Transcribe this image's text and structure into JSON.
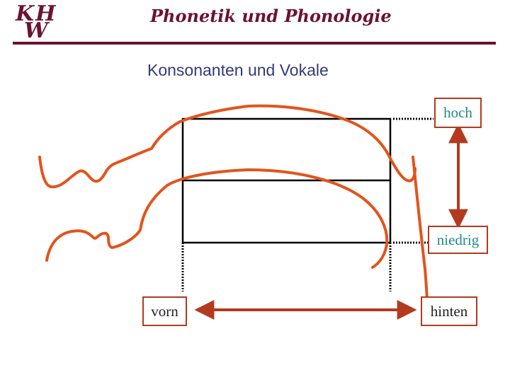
{
  "header": {
    "logo_line1": "KH",
    "logo_line2": "W",
    "title": "Phonetik und Phonologie"
  },
  "slide": {
    "title": "Konsonanten und Vokale"
  },
  "labels": {
    "high": "hoch",
    "low": "niedrig",
    "front": "vorn",
    "back": "hinten"
  },
  "colors": {
    "brand": "#6b1330",
    "title_text": "#333a7a",
    "tongue_curve": "#e2541c",
    "arrow": "#b33a1f",
    "label_box_border": "#b33a1f",
    "teal_text": "#1f8a8a"
  }
}
